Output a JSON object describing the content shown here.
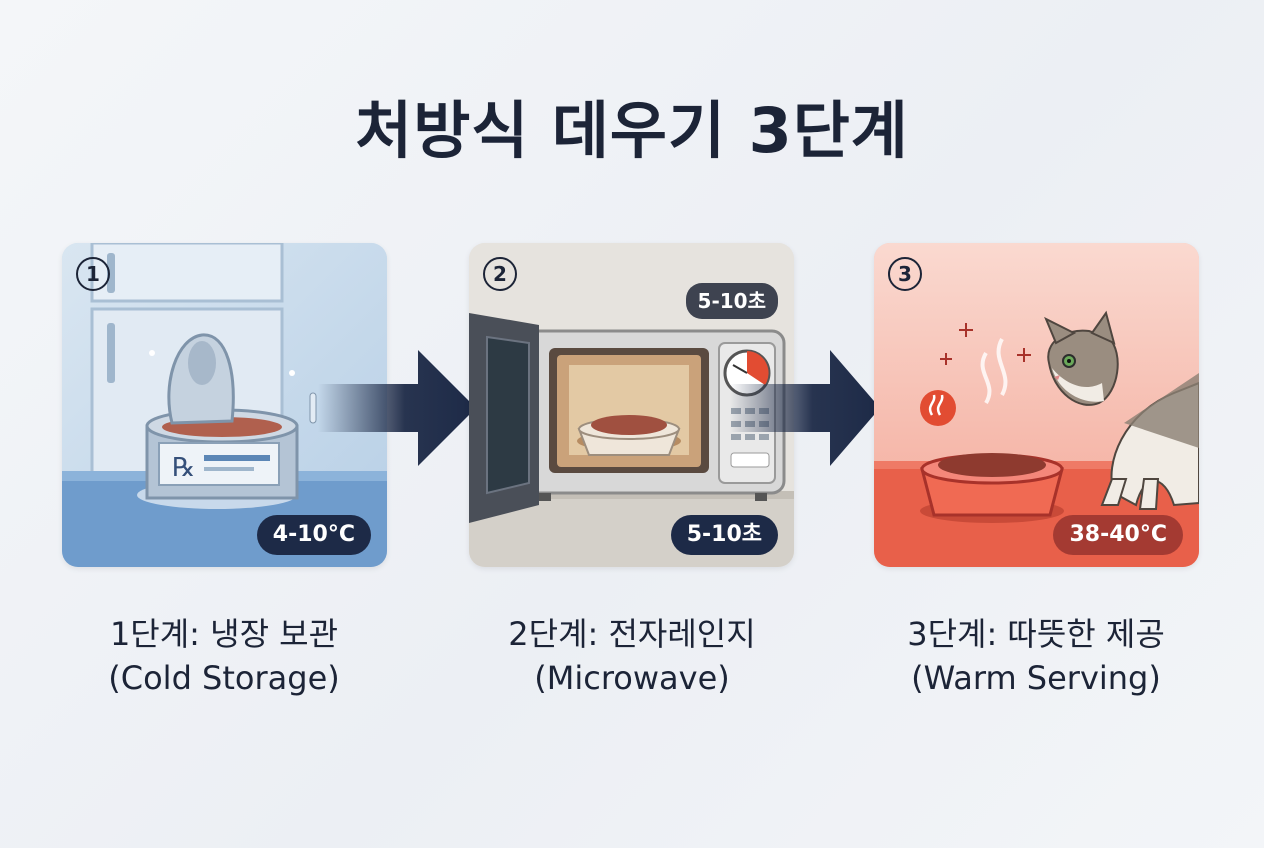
{
  "title": "처방식 데우기 3단계",
  "steps": [
    {
      "number": "1",
      "badge": "4-10°C",
      "label": "1단계: 냉장 보관",
      "sublabel": "(Cold Storage)",
      "icon": "canned-food-in-fridge-icon"
    },
    {
      "number": "2",
      "badge": "5-10초",
      "timer_label": "5-10초",
      "label": "2단계: 전자레인지",
      "sublabel": "(Microwave)",
      "icon": "microwave-icon"
    },
    {
      "number": "3",
      "badge": "38-40°C",
      "label": "3단계: 따뜻한 제공",
      "sublabel": "(Warm Serving)",
      "icon": "cat-and-bowl-icon"
    }
  ],
  "colors": {
    "title": "#1c2437",
    "badge": "#1d2a47",
    "badge_warm": "#a43a32",
    "cold_panel": "#c9ddee",
    "microwave_panel": "#e4e1dc",
    "warm_panel": "#f7c2b6"
  }
}
